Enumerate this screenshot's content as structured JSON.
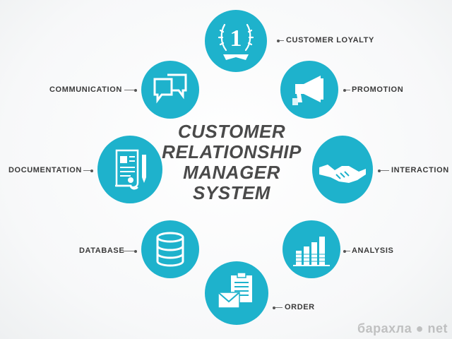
{
  "title_lines": [
    "CUSTOMER",
    "RELATIONSHIP",
    "MANAGER",
    "SYSTEM"
  ],
  "nodes": {
    "loyalty": {
      "label": "CUSTOMER LOYALTY",
      "icon": "trophy-number-one-icon"
    },
    "promotion": {
      "label": "PROMOTION",
      "icon": "megaphone-icon"
    },
    "interaction": {
      "label": "INTERACTION",
      "icon": "handshake-icon"
    },
    "analysis": {
      "label": "ANALYSIS",
      "icon": "bar-chart-icon"
    },
    "order": {
      "label": "ORDER",
      "icon": "envelope-clipboard-icon"
    },
    "database": {
      "label": "DATABASE",
      "icon": "database-icon"
    },
    "documentation": {
      "label": "DOCUMENTATION",
      "icon": "document-pen-icon"
    },
    "communication": {
      "label": "COMMUNICATION",
      "icon": "speech-bubbles-icon"
    }
  },
  "loyalty_number": "1",
  "watermark": "барахла ● net",
  "colors": {
    "accent": "#1eb2cc",
    "text": "#3a3a3a",
    "title": "#4a4a4a"
  }
}
